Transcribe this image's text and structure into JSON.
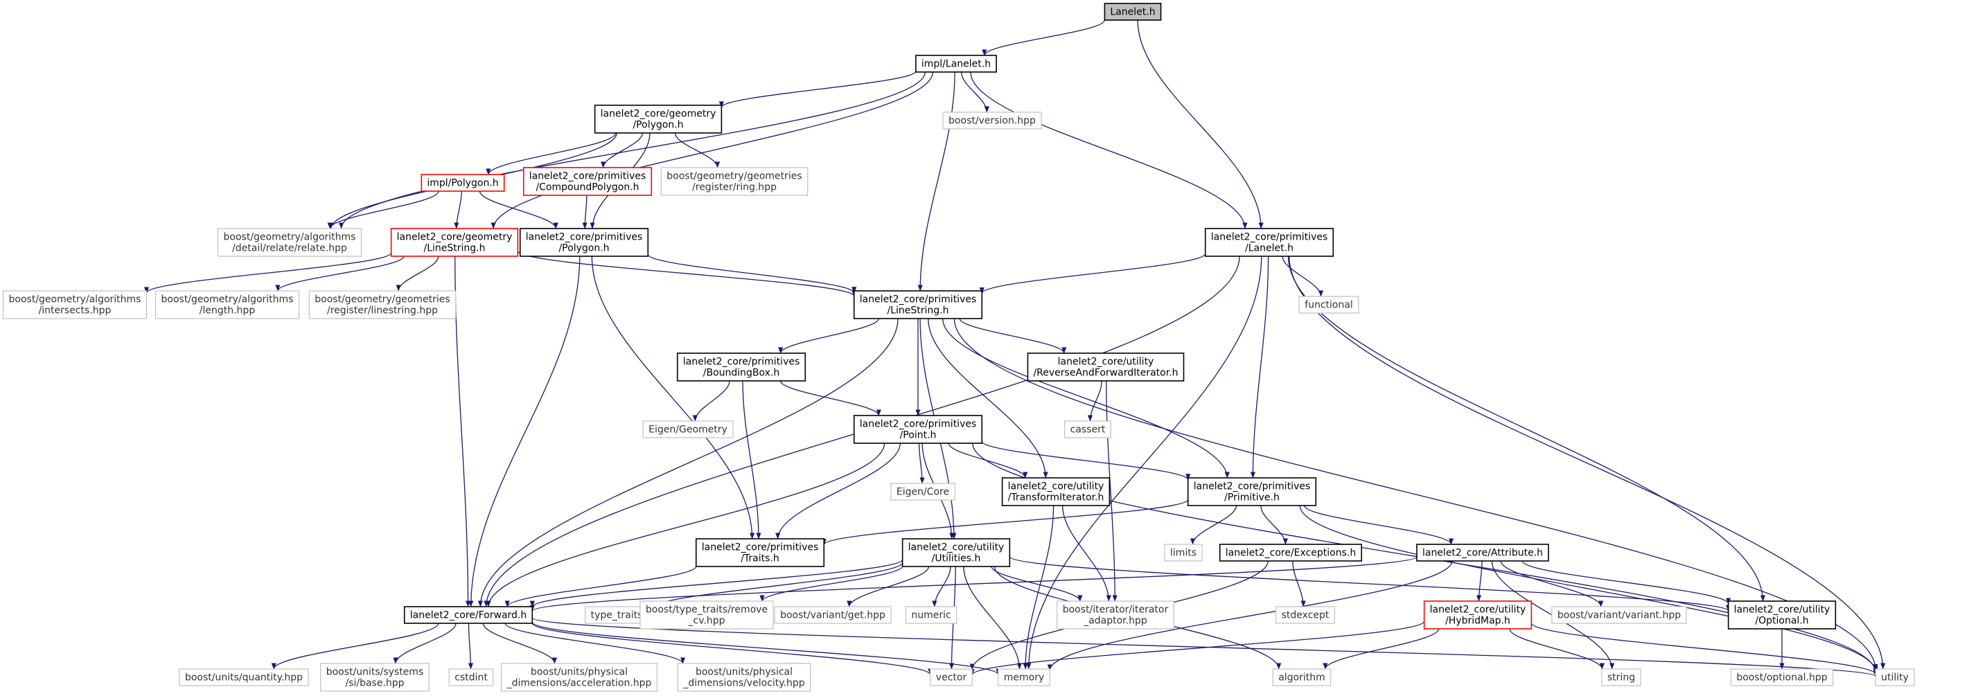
{
  "colors": {
    "edge": "#191970",
    "box_normal": "#000000",
    "box_external": "#bfbfbf",
    "box_truncated": "#ff0000",
    "root_fill": "#bfbfbf",
    "text": "#000000"
  },
  "nodes": [
    {
      "id": "lanelet_h",
      "lines": [
        "Lanelet.h"
      ],
      "style": "root"
    },
    {
      "id": "impl_lanelet",
      "lines": [
        "impl/Lanelet.h"
      ],
      "style": "normal"
    },
    {
      "id": "geom_polygon",
      "lines": [
        "lanelet2_core/geometry",
        "/Polygon.h"
      ],
      "style": "normal"
    },
    {
      "id": "boost_version",
      "lines": [
        "boost/version.hpp"
      ],
      "style": "external"
    },
    {
      "id": "impl_polygon",
      "lines": [
        "impl/Polygon.h"
      ],
      "style": "truncated"
    },
    {
      "id": "compound_polygon",
      "lines": [
        "lanelet2_core/primitives",
        "/CompoundPolygon.h"
      ],
      "style": "truncated"
    },
    {
      "id": "boost_ring",
      "lines": [
        "boost/geometry/geometries",
        "/register/ring.hpp"
      ],
      "style": "external"
    },
    {
      "id": "boost_relate",
      "lines": [
        "boost/geometry/algorithms",
        "/detail/relate/relate.hpp"
      ],
      "style": "external"
    },
    {
      "id": "geom_linestring",
      "lines": [
        "lanelet2_core/geometry",
        "/LineString.h"
      ],
      "style": "truncated"
    },
    {
      "id": "prim_polygon",
      "lines": [
        "lanelet2_core/primitives",
        "/Polygon.h"
      ],
      "style": "normal"
    },
    {
      "id": "prim_lanelet",
      "lines": [
        "lanelet2_core/primitives",
        "/Lanelet.h"
      ],
      "style": "normal"
    },
    {
      "id": "boost_intersects",
      "lines": [
        "boost/geometry/algorithms",
        "/intersects.hpp"
      ],
      "style": "external"
    },
    {
      "id": "boost_length",
      "lines": [
        "boost/geometry/algorithms",
        "/length.hpp"
      ],
      "style": "external"
    },
    {
      "id": "boost_reg_linestring",
      "lines": [
        "boost/geometry/geometries",
        "/register/linestring.hpp"
      ],
      "style": "external"
    },
    {
      "id": "prim_linestring",
      "lines": [
        "lanelet2_core/primitives",
        "/LineString.h"
      ],
      "style": "normal"
    },
    {
      "id": "functional",
      "lines": [
        "functional"
      ],
      "style": "external"
    },
    {
      "id": "prim_boundingbox",
      "lines": [
        "lanelet2_core/primitives",
        "/BoundingBox.h"
      ],
      "style": "normal"
    },
    {
      "id": "util_revfwd",
      "lines": [
        "lanelet2_core/utility",
        "/ReverseAndForwardIterator.h"
      ],
      "style": "normal"
    },
    {
      "id": "eigen_geometry",
      "lines": [
        "Eigen/Geometry"
      ],
      "style": "external"
    },
    {
      "id": "cassert",
      "lines": [
        "cassert"
      ],
      "style": "external"
    },
    {
      "id": "prim_point",
      "lines": [
        "lanelet2_core/primitives",
        "/Point.h"
      ],
      "style": "normal"
    },
    {
      "id": "eigen_core",
      "lines": [
        "Eigen/Core"
      ],
      "style": "external"
    },
    {
      "id": "util_transform",
      "lines": [
        "lanelet2_core/utility",
        "/TransformIterator.h"
      ],
      "style": "normal"
    },
    {
      "id": "prim_primitive",
      "lines": [
        "lanelet2_core/primitives",
        "/Primitive.h"
      ],
      "style": "normal"
    },
    {
      "id": "limits",
      "lines": [
        "limits"
      ],
      "style": "external"
    },
    {
      "id": "exceptions",
      "lines": [
        "lanelet2_core/Exceptions.h"
      ],
      "style": "normal"
    },
    {
      "id": "attribute",
      "lines": [
        "lanelet2_core/Attribute.h"
      ],
      "style": "normal"
    },
    {
      "id": "prim_traits",
      "lines": [
        "lanelet2_core/primitives",
        "/Traits.h"
      ],
      "style": "normal"
    },
    {
      "id": "util_utilities",
      "lines": [
        "lanelet2_core/utility",
        "/Utilities.h"
      ],
      "style": "normal"
    },
    {
      "id": "forward",
      "lines": [
        "lanelet2_core/Forward.h"
      ],
      "style": "normal"
    },
    {
      "id": "type_traits",
      "lines": [
        "type_traits"
      ],
      "style": "external"
    },
    {
      "id": "boost_remove_cv",
      "lines": [
        "boost/type_traits/remove",
        "_cv.hpp"
      ],
      "style": "external"
    },
    {
      "id": "boost_variant_get",
      "lines": [
        "boost/variant/get.hpp"
      ],
      "style": "external"
    },
    {
      "id": "numeric",
      "lines": [
        "numeric"
      ],
      "style": "external"
    },
    {
      "id": "boost_iter_adaptor",
      "lines": [
        "boost/iterator/iterator",
        "_adaptor.hpp"
      ],
      "style": "external"
    },
    {
      "id": "stdexcept",
      "lines": [
        "stdexcept"
      ],
      "style": "external"
    },
    {
      "id": "util_hybridmap",
      "lines": [
        "lanelet2_core/utility",
        "/HybridMap.h"
      ],
      "style": "truncated"
    },
    {
      "id": "boost_variant",
      "lines": [
        "boost/variant/variant.hpp"
      ],
      "style": "external"
    },
    {
      "id": "util_optional",
      "lines": [
        "lanelet2_core/utility",
        "/Optional.h"
      ],
      "style": "normal"
    },
    {
      "id": "boost_quantity",
      "lines": [
        "boost/units/quantity.hpp"
      ],
      "style": "external"
    },
    {
      "id": "boost_si_base",
      "lines": [
        "boost/units/systems",
        "/si/base.hpp"
      ],
      "style": "external"
    },
    {
      "id": "cstdint",
      "lines": [
        "cstdint"
      ],
      "style": "external"
    },
    {
      "id": "boost_accel",
      "lines": [
        "boost/units/physical",
        "_dimensions/acceleration.hpp"
      ],
      "style": "external"
    },
    {
      "id": "boost_velocity",
      "lines": [
        "boost/units/physical",
        "_dimensions/velocity.hpp"
      ],
      "style": "external"
    },
    {
      "id": "vector",
      "lines": [
        "vector"
      ],
      "style": "external"
    },
    {
      "id": "memory",
      "lines": [
        "memory"
      ],
      "style": "external"
    },
    {
      "id": "algorithm",
      "lines": [
        "algorithm"
      ],
      "style": "external"
    },
    {
      "id": "string",
      "lines": [
        "string"
      ],
      "style": "external"
    },
    {
      "id": "boost_optional",
      "lines": [
        "boost/optional.hpp"
      ],
      "style": "external"
    },
    {
      "id": "utility",
      "lines": [
        "utility"
      ],
      "style": "external"
    }
  ],
  "edges": [
    [
      "lanelet_h",
      "impl_lanelet"
    ],
    [
      "lanelet_h",
      "prim_lanelet"
    ],
    [
      "impl_lanelet",
      "geom_polygon"
    ],
    [
      "impl_lanelet",
      "boost_version"
    ],
    [
      "impl_lanelet",
      "prim_linestring"
    ],
    [
      "impl_lanelet",
      "prim_lanelet"
    ],
    [
      "impl_lanelet",
      "geom_linestring"
    ],
    [
      "impl_lanelet",
      "boost_relate"
    ],
    [
      "geom_polygon",
      "impl_polygon"
    ],
    [
      "geom_polygon",
      "compound_polygon"
    ],
    [
      "geom_polygon",
      "boost_ring"
    ],
    [
      "geom_polygon",
      "boost_relate"
    ],
    [
      "geom_polygon",
      "prim_polygon"
    ],
    [
      "impl_polygon",
      "boost_relate"
    ],
    [
      "impl_polygon",
      "geom_linestring"
    ],
    [
      "impl_polygon",
      "prim_polygon"
    ],
    [
      "compound_polygon",
      "prim_polygon"
    ],
    [
      "geom_linestring",
      "boost_intersects"
    ],
    [
      "geom_linestring",
      "boost_length"
    ],
    [
      "geom_linestring",
      "boost_reg_linestring"
    ],
    [
      "geom_linestring",
      "prim_linestring"
    ],
    [
      "geom_linestring",
      "forward"
    ],
    [
      "prim_polygon",
      "prim_linestring"
    ],
    [
      "prim_polygon",
      "forward"
    ],
    [
      "prim_polygon",
      "prim_traits"
    ],
    [
      "prim_lanelet",
      "prim_linestring"
    ],
    [
      "prim_lanelet",
      "functional"
    ],
    [
      "prim_lanelet",
      "prim_primitive"
    ],
    [
      "prim_lanelet",
      "util_optional"
    ],
    [
      "prim_lanelet",
      "memory"
    ],
    [
      "prim_lanelet",
      "utility"
    ],
    [
      "prim_lanelet",
      "forward"
    ],
    [
      "prim_linestring",
      "prim_boundingbox"
    ],
    [
      "prim_linestring",
      "util_revfwd"
    ],
    [
      "prim_linestring",
      "prim_point"
    ],
    [
      "prim_linestring",
      "util_transform"
    ],
    [
      "prim_linestring",
      "prim_primitive"
    ],
    [
      "prim_linestring",
      "util_utilities"
    ],
    [
      "prim_linestring",
      "forward"
    ],
    [
      "prim_linestring",
      "utility"
    ],
    [
      "prim_boundingbox",
      "eigen_geometry"
    ],
    [
      "prim_boundingbox",
      "prim_point"
    ],
    [
      "prim_boundingbox",
      "prim_traits"
    ],
    [
      "util_revfwd",
      "cassert"
    ],
    [
      "util_revfwd",
      "boost_iter_adaptor"
    ],
    [
      "prim_point",
      "eigen_core"
    ],
    [
      "prim_point",
      "util_transform"
    ],
    [
      "prim_point",
      "prim_primitive"
    ],
    [
      "prim_point",
      "util_utilities"
    ],
    [
      "prim_point",
      "prim_traits"
    ],
    [
      "prim_point",
      "forward"
    ],
    [
      "prim_point",
      "utility"
    ],
    [
      "util_transform",
      "boost_iter_adaptor"
    ],
    [
      "util_transform",
      "memory"
    ],
    [
      "prim_primitive",
      "limits"
    ],
    [
      "prim_primitive",
      "exceptions"
    ],
    [
      "prim_primitive",
      "attribute"
    ],
    [
      "prim_primitive",
      "prim_traits"
    ],
    [
      "prim_primitive",
      "utility"
    ],
    [
      "exceptions",
      "stdexcept"
    ],
    [
      "exceptions",
      "vector"
    ],
    [
      "attribute",
      "util_hybridmap"
    ],
    [
      "attribute",
      "boost_variant"
    ],
    [
      "attribute",
      "util_optional"
    ],
    [
      "attribute",
      "string"
    ],
    [
      "attribute",
      "memory"
    ],
    [
      "attribute",
      "forward"
    ],
    [
      "prim_traits",
      "forward"
    ],
    [
      "util_utilities",
      "forward"
    ],
    [
      "util_utilities",
      "type_traits"
    ],
    [
      "util_utilities",
      "boost_remove_cv"
    ],
    [
      "util_utilities",
      "boost_variant_get"
    ],
    [
      "util_utilities",
      "numeric"
    ],
    [
      "util_utilities",
      "boost_iter_adaptor"
    ],
    [
      "util_utilities",
      "vector"
    ],
    [
      "util_utilities",
      "memory"
    ],
    [
      "util_utilities",
      "algorithm"
    ],
    [
      "util_utilities",
      "util_optional"
    ],
    [
      "util_hybridmap",
      "vector"
    ],
    [
      "util_hybridmap",
      "algorithm"
    ],
    [
      "util_hybridmap",
      "string"
    ],
    [
      "util_hybridmap",
      "utility"
    ],
    [
      "util_optional",
      "boost_optional"
    ],
    [
      "forward",
      "boost_quantity"
    ],
    [
      "forward",
      "boost_si_base"
    ],
    [
      "forward",
      "cstdint"
    ],
    [
      "forward",
      "boost_accel"
    ],
    [
      "forward",
      "boost_velocity"
    ],
    [
      "forward",
      "vector"
    ],
    [
      "forward",
      "memory"
    ],
    [
      "forward",
      "utility"
    ]
  ]
}
